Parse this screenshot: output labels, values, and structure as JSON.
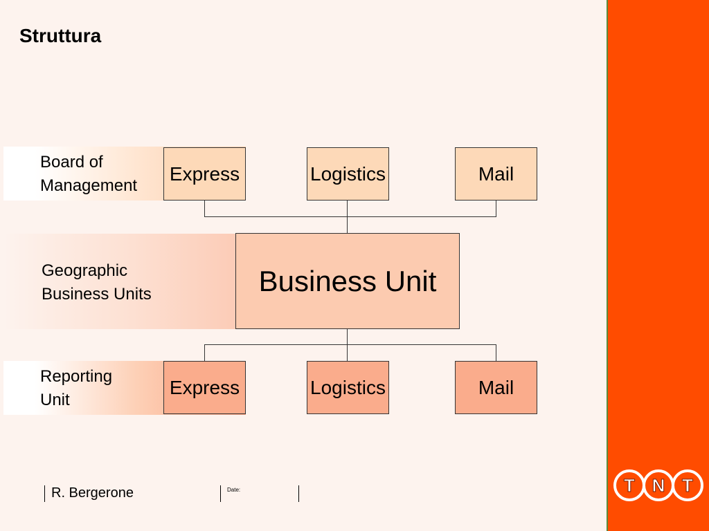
{
  "title": "Struttura",
  "rows": [
    {
      "label_lines": [
        "Board of",
        "Management"
      ]
    },
    {
      "label_lines": [
        "Geographic",
        "Business Units"
      ]
    },
    {
      "label_lines": [
        "Reporting",
        "Unit"
      ]
    }
  ],
  "top_boxes": [
    "Express",
    "Logistics",
    "Mail"
  ],
  "center_box": "Business Unit",
  "bottom_boxes": [
    "Express",
    "Logistics",
    "Mail"
  ],
  "footer": {
    "author": "R. Bergerone",
    "date_label": "Date:"
  },
  "logo": {
    "letters": [
      "T",
      "N",
      "T"
    ]
  },
  "colors": {
    "accent": "#ff4c00",
    "top_box": "#fdd9b8",
    "center_box": "#fccbb0",
    "bottom_box": "#faac8c"
  }
}
